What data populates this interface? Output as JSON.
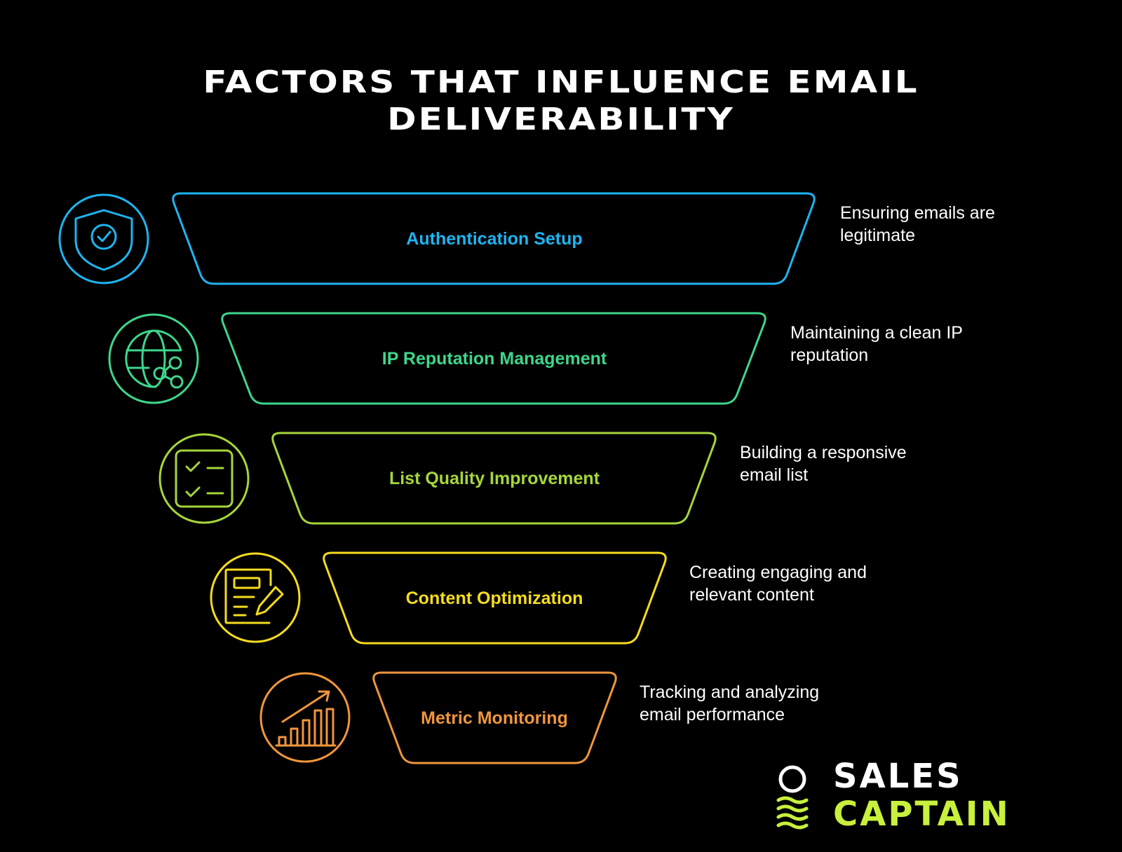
{
  "title": {
    "line1": "FACTORS THAT INFLUENCE EMAIL",
    "line2": "DELIVERABILITY"
  },
  "stages": [
    {
      "label": "Authentication Setup",
      "description": "Ensuring emails are legitimate",
      "icon": "shield-check-icon",
      "color": "#1eb4f0"
    },
    {
      "label": "IP Reputation Management",
      "description": "Maintaining a clean IP reputation",
      "icon": "globe-share-icon",
      "color": "#3ed68c"
    },
    {
      "label": "List Quality Improvement",
      "description": "Building a responsive email list",
      "icon": "checklist-icon",
      "color": "#a6d63a"
    },
    {
      "label": "Content Optimization",
      "description": "Creating engaging and relevant content",
      "icon": "document-edit-icon",
      "color": "#f5dc1e"
    },
    {
      "label": "Metric Monitoring",
      "description": "Tracking and analyzing email performance",
      "icon": "growth-chart-icon",
      "color": "#f0963c"
    }
  ],
  "logo": {
    "line1": "SALES",
    "line2": "CAPTAIN",
    "color_primary": "#ffffff",
    "color_accent": "#c8f03c"
  }
}
